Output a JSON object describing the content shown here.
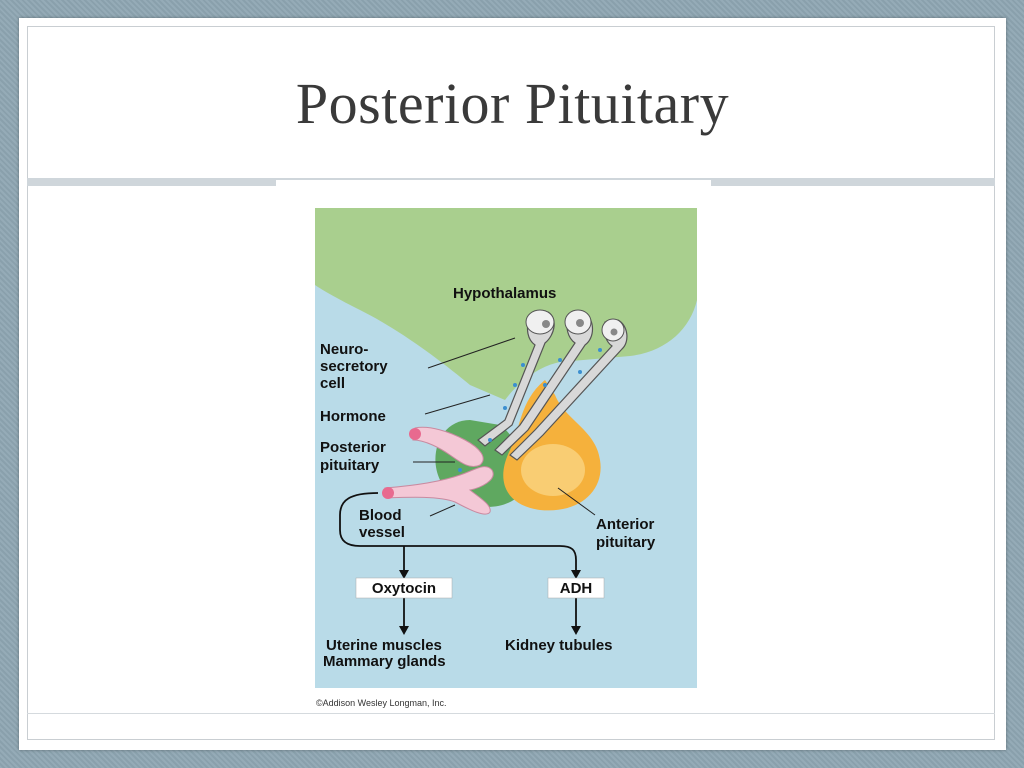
{
  "slide": {
    "title": "Posterior Pituitary"
  },
  "diagram": {
    "labels": {
      "hypothalamus": "Hypothalamus",
      "neuro_line1": "Neuro-",
      "neuro_line2": "secretory",
      "neuro_line3": "cell",
      "hormone": "Hormone",
      "posterior_line1": "Posterior",
      "posterior_line2": "pituitary",
      "blood_line1": "Blood",
      "blood_line2": "vessel",
      "anterior_line1": "Anterior",
      "anterior_line2": "pituitary",
      "oxytocin": "Oxytocin",
      "adh": "ADH",
      "uterine": "Uterine muscles",
      "mammary": "Mammary glands",
      "kidney": "Kidney tubules"
    },
    "credit": "©Addison Wesley Longman, Inc.",
    "colors": {
      "background": "#b9dbe8",
      "hypothalamus": "#a8cf8c",
      "posterior": "#5fa860",
      "anterior": "#f7b23d",
      "vessel": "#f3c6d4",
      "neuron": "#d9d9d9"
    }
  }
}
